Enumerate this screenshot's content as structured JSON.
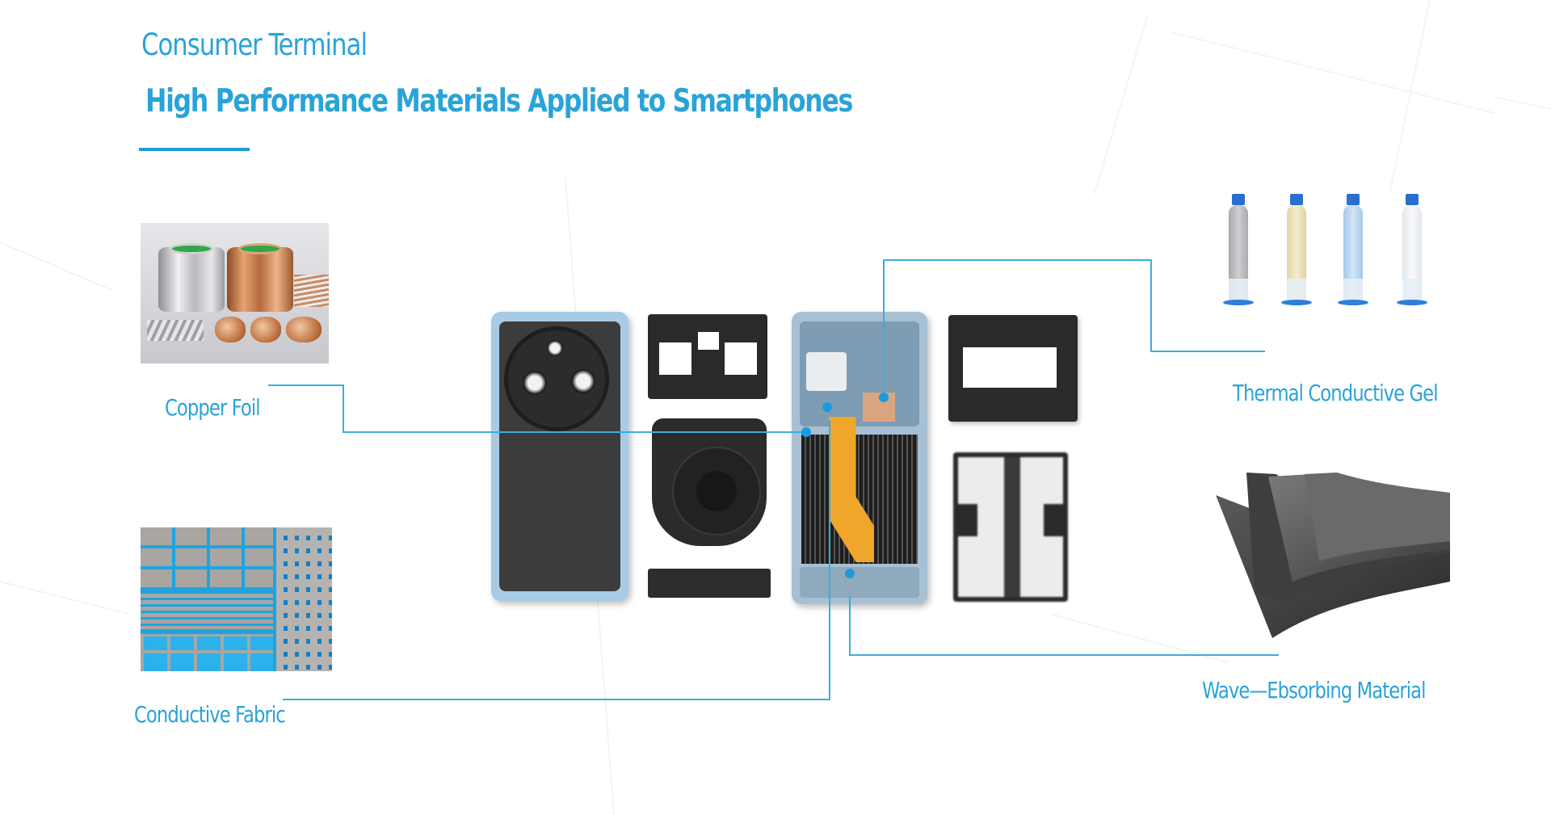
{
  "header": {
    "title": "Consumer Terminal",
    "subtitle": "High Performance Materials Applied to Smartphones"
  },
  "materials": [
    {
      "id": "copper-foil",
      "label": "Copper Foil"
    },
    {
      "id": "conductive-fabric",
      "label": "Conductive Fabric"
    },
    {
      "id": "thermal-conductive-gel",
      "label": "Thermal Conductive Gel"
    },
    {
      "id": "wave-absorbing-material",
      "label": "Wave—Ebsorbing Material"
    }
  ],
  "phone_parts": [
    {
      "id": "back-cover",
      "icon": "phone-back-cover-icon"
    },
    {
      "id": "midframe-bracket",
      "icon": "bracket-icon"
    },
    {
      "id": "wireless-charging-coil",
      "icon": "coil-icon"
    },
    {
      "id": "speaker-module",
      "icon": "speaker-icon"
    },
    {
      "id": "front-frame",
      "icon": "phone-frame-icon"
    },
    {
      "id": "mainboard",
      "icon": "circuit-board-icon"
    },
    {
      "id": "battery",
      "icon": "battery-icon"
    }
  ],
  "gel_tubes": [
    {
      "color": "#b9bbbe"
    },
    {
      "color": "#eee4be"
    },
    {
      "color": "#bcd6ef"
    },
    {
      "color": "#eef1f4"
    }
  ],
  "colors": {
    "accent": "#2aa3d8",
    "line": "#3aaedc",
    "marker": "#1a9be0"
  }
}
